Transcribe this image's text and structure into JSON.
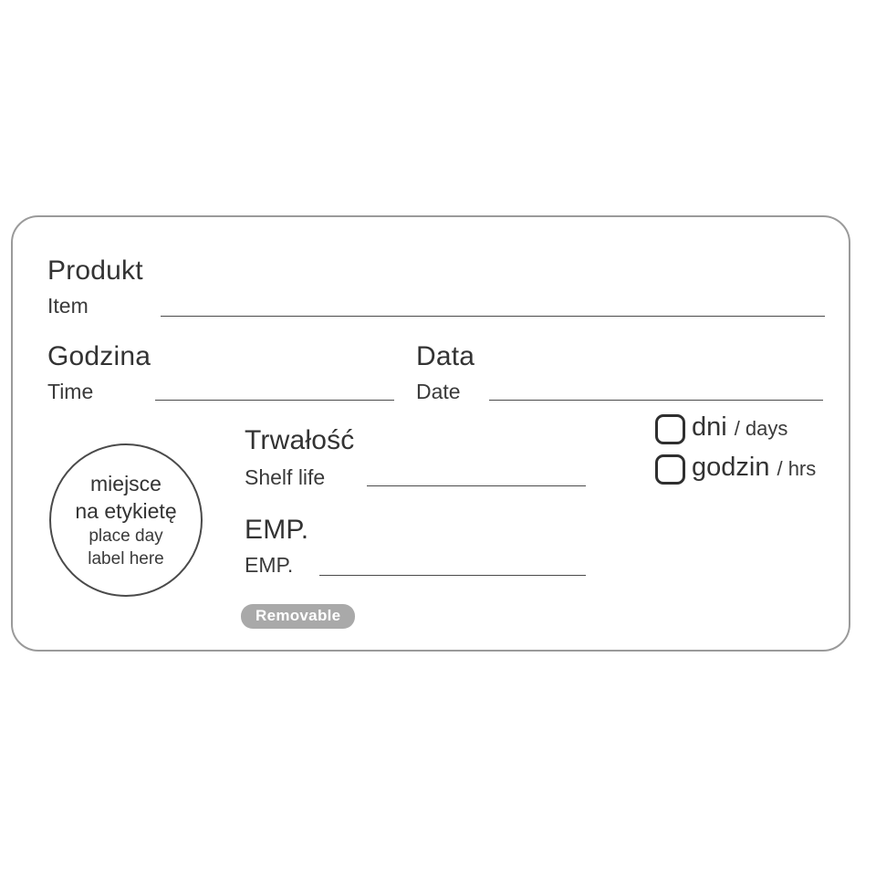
{
  "fields": {
    "product": {
      "pl": "Produkt",
      "en": "Item"
    },
    "time": {
      "pl": "Godzina",
      "en": "Time"
    },
    "date": {
      "pl": "Data",
      "en": "Date"
    },
    "shelf_life": {
      "pl": "Trwałość",
      "en": "Shelf life"
    },
    "emp": {
      "pl": "EMP.",
      "en": "EMP."
    }
  },
  "day_circle": {
    "line1": "miejsce",
    "line2": "na etykietę",
    "line3": "place day",
    "line4": "label here"
  },
  "units": {
    "days": {
      "pl": "dni",
      "en": "/ days"
    },
    "hours": {
      "pl": "godzin",
      "en": "/ hrs"
    }
  },
  "badge": "Removable",
  "colors": {
    "text": "#333333",
    "line": "#4a4a4a",
    "sheet_border": "#9a9a9a",
    "badge_bg": "#a9a9a9",
    "badge_text": "#ffffff"
  }
}
